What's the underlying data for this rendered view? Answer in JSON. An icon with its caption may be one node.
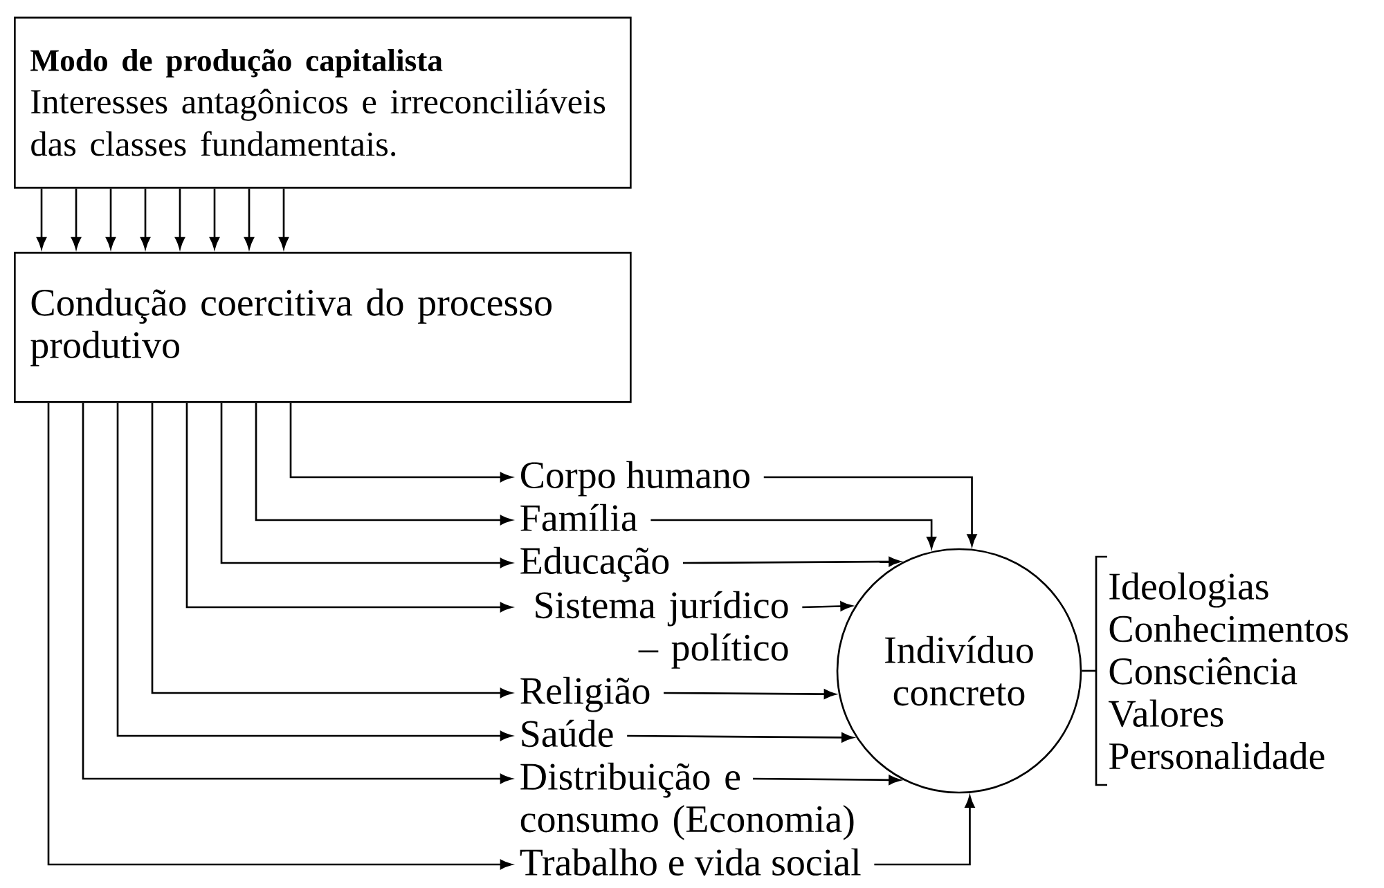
{
  "diagram": {
    "nodes": [
      {
        "text": [
          "Modo de produção capitalista",
          "Interesses antagônicos e irreconciliáveis das classes fundamentais."
        ]
      },
      {
        "text": [
          "Condução coercitiva do processo produtivo"
        ]
      },
      {
        "text": [
          "Corpo humano"
        ]
      },
      {
        "text": [
          "Família"
        ]
      },
      {
        "text": [
          "Educação"
        ]
      },
      {
        "text": [
          "Sistema jurídico – político"
        ]
      },
      {
        "text": [
          "Religião"
        ]
      },
      {
        "text": [
          "Saúde"
        ]
      },
      {
        "text": [
          "Distribuição e consumo (Economia)"
        ]
      },
      {
        "text": [
          "Trabalho e vida social"
        ]
      },
      {
        "text": [
          "Indivíduo concreto"
        ]
      },
      {
        "text": [
          "Ideologias",
          "Conhecimentos",
          "Consciência",
          "Valores",
          "Personalidade"
        ]
      }
    ],
    "edges": [
      {
        "from": 0,
        "to": 1,
        "arrow": "to"
      },
      {
        "from": 0,
        "to": 1,
        "arrow": "to"
      },
      {
        "from": 0,
        "to": 1,
        "arrow": "to"
      },
      {
        "from": 0,
        "to": 1,
        "arrow": "to"
      },
      {
        "from": 0,
        "to": 1,
        "arrow": "to"
      },
      {
        "from": 0,
        "to": 1,
        "arrow": "to"
      },
      {
        "from": 0,
        "to": 1,
        "arrow": "to"
      },
      {
        "from": 0,
        "to": 1,
        "arrow": "to"
      },
      {
        "from": 1,
        "to": 2,
        "arrow": "to"
      },
      {
        "from": 1,
        "to": 3,
        "arrow": "to"
      },
      {
        "from": 1,
        "to": 4,
        "arrow": "to"
      },
      {
        "from": 1,
        "to": 5,
        "arrow": "to"
      },
      {
        "from": 1,
        "to": 6,
        "arrow": "to"
      },
      {
        "from": 1,
        "to": 7,
        "arrow": "to"
      },
      {
        "from": 1,
        "to": 8,
        "arrow": "to"
      },
      {
        "from": 1,
        "to": 9,
        "arrow": "to"
      },
      {
        "from": 2,
        "to": 10,
        "arrow": "to"
      },
      {
        "from": 3,
        "to": 10,
        "arrow": "to"
      },
      {
        "from": 4,
        "to": 10,
        "arrow": "to"
      },
      {
        "from": 5,
        "to": 10,
        "arrow": "to"
      },
      {
        "from": 6,
        "to": 10,
        "arrow": "to"
      },
      {
        "from": 7,
        "to": 10,
        "arrow": "to"
      },
      {
        "from": 8,
        "to": 10,
        "arrow": "to"
      },
      {
        "from": 9,
        "to": 10,
        "arrow": "to"
      },
      {
        "from": 10,
        "to": 11,
        "arrow": "none"
      }
    ]
  }
}
